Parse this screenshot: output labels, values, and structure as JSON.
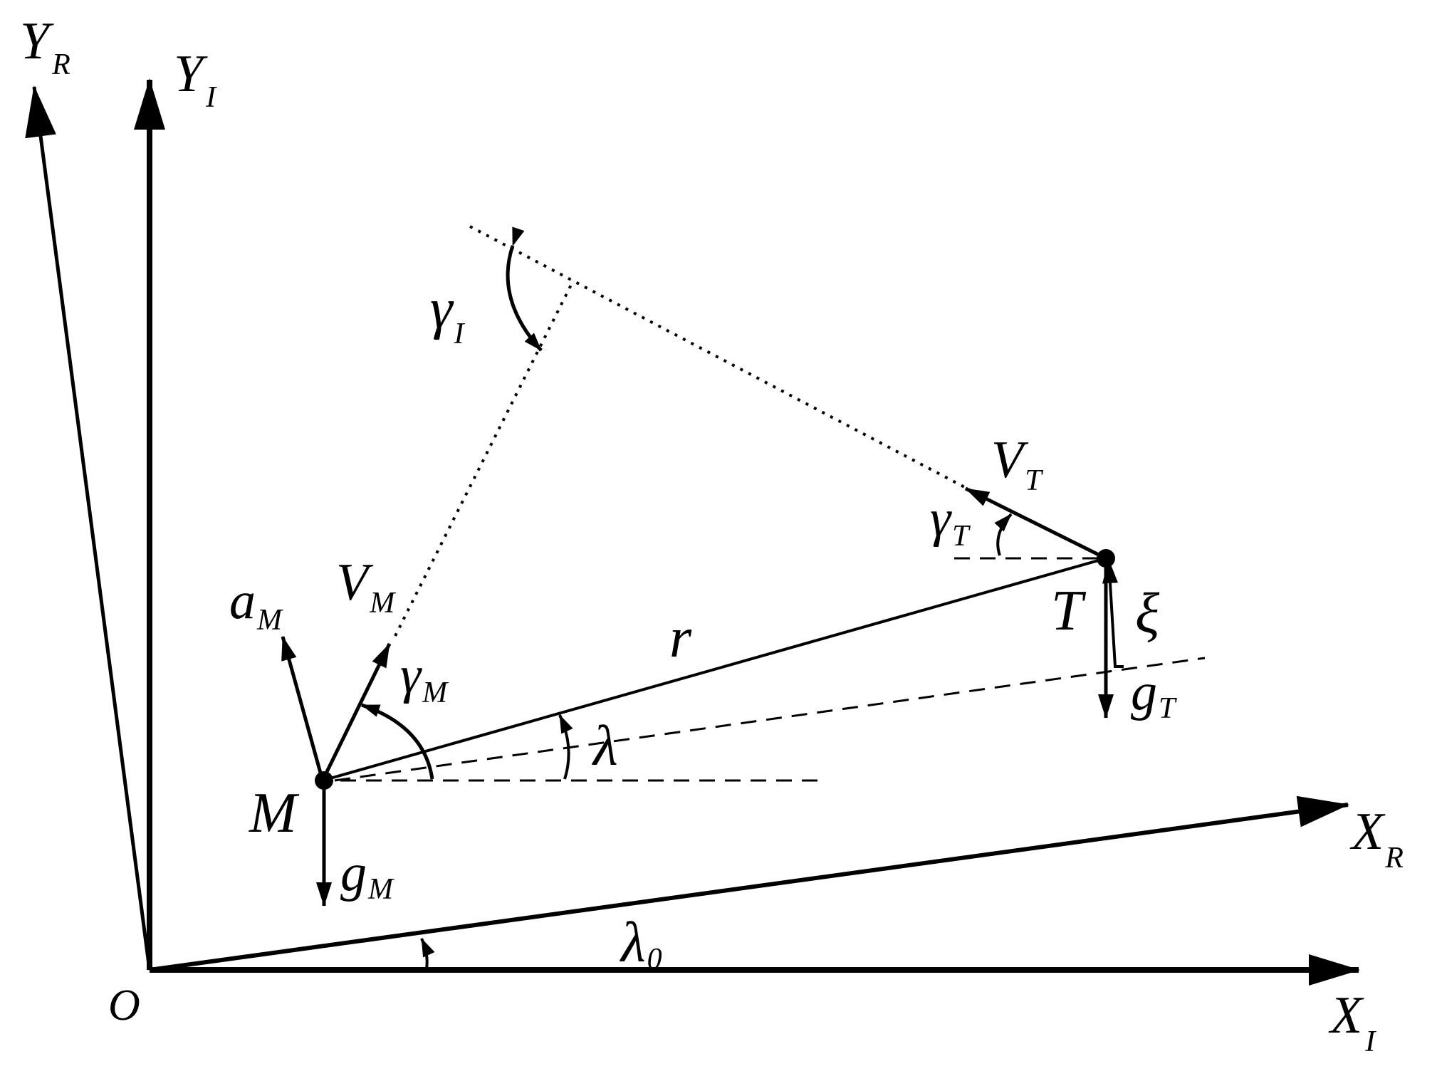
{
  "labels": {
    "Y_R": {
      "main": "Y",
      "sub": "R"
    },
    "Y_I": {
      "main": "Y",
      "sub": "I"
    },
    "X_R": {
      "main": "X",
      "sub": "R"
    },
    "X_I": {
      "main": "X",
      "sub": "I"
    },
    "origin": "O",
    "missile": "M",
    "target": "T",
    "range": "r",
    "lambda": "λ",
    "lambda0": {
      "main": "λ",
      "sub": "0"
    },
    "gamma_I": {
      "main": "γ",
      "sub": "I"
    },
    "gamma_M": {
      "main": "γ",
      "sub": "M"
    },
    "gamma_T": {
      "main": "γ",
      "sub": "T"
    },
    "V_M": {
      "main": "V",
      "sub": "M"
    },
    "V_T": {
      "main": "V",
      "sub": "T"
    },
    "a_M": {
      "main": "a",
      "sub": "M"
    },
    "g_M": {
      "main": "g",
      "sub": "M"
    },
    "g_T": {
      "main": "g",
      "sub": "T"
    },
    "xi": "ξ"
  },
  "colors": {
    "ink": "#000000",
    "background": "#ffffff"
  }
}
